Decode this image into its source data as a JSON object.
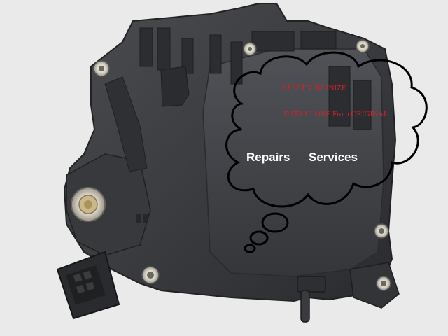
{
  "overlay": {
    "line1": "RESET VIRGINIZE",
    "line2": "DATA CLONE From ORIGINAL",
    "repairs": "Repairs",
    "services": "Services"
  },
  "colors": {
    "background": "#e9e9e9",
    "housing": "#3a3c40",
    "accent_red": "#d8202a",
    "cloud_outline": "#000000"
  }
}
